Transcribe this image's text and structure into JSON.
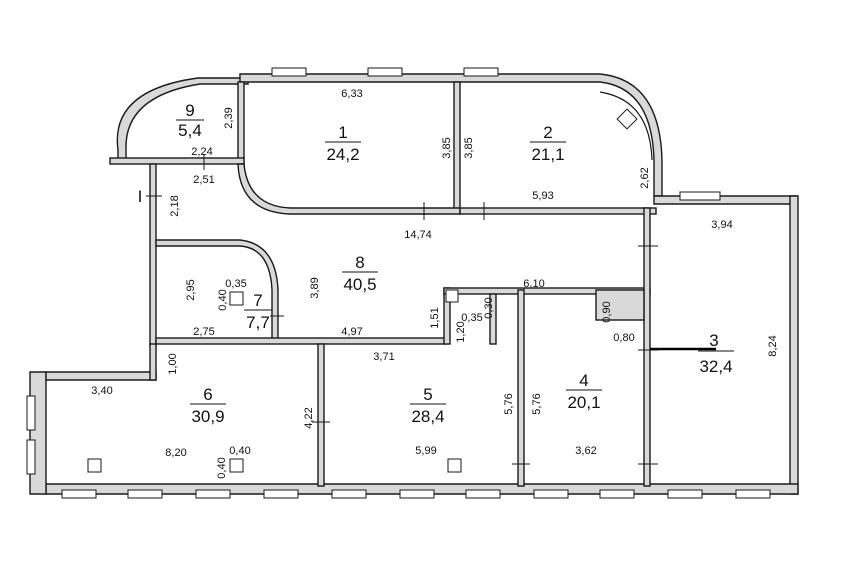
{
  "rooms": [
    {
      "id": "1",
      "number": "1",
      "area": "24,2"
    },
    {
      "id": "2",
      "number": "2",
      "area": "21,1"
    },
    {
      "id": "3",
      "number": "3",
      "area": "32,4"
    },
    {
      "id": "4",
      "number": "4",
      "area": "20,1"
    },
    {
      "id": "5",
      "number": "5",
      "area": "28,4"
    },
    {
      "id": "6",
      "number": "6",
      "area": "30,9"
    },
    {
      "id": "7",
      "number": "7",
      "area": "7,7"
    },
    {
      "id": "8",
      "number": "8",
      "area": "40,5"
    },
    {
      "id": "9",
      "number": "9",
      "area": "5,4"
    }
  ],
  "dimensions": {
    "d_6_33": "6,33",
    "d_2_39": "2,39",
    "d_3_85_a": "3,85",
    "d_3_85_b": "3,85",
    "d_2_24": "2,24",
    "d_2_51": "2,51",
    "d_2_18": "2,18",
    "d_2_62": "2,62",
    "d_5_93": "5,93",
    "d_14_74": "14,74",
    "d_3_94": "3,94",
    "d_3_89": "3,89",
    "d_2_95": "2,95",
    "d_0_35_a": "0,35",
    "d_0_40_a": "0,40",
    "d_6_10": "6,10",
    "d_0_30": "0,30",
    "d_0_35_b": "0,35",
    "d_1_51": "1,51",
    "d_1_20": "1,20",
    "d_0_90": "0,90",
    "d_0_80": "0,80",
    "d_8_24": "8,24",
    "d_2_75": "2,75",
    "d_4_97": "4,97",
    "d_3_71": "3,71",
    "d_1_00": "1,00",
    "d_3_40": "3,40",
    "d_5_76_a": "5,76",
    "d_5_76_b": "5,76",
    "d_4_22": "4,22",
    "d_8_20": "8,20",
    "d_0_40_b": "0,40",
    "d_0_40_c": "0,40",
    "d_5_99": "5,99",
    "d_3_62": "3,62"
  },
  "marker": "I"
}
